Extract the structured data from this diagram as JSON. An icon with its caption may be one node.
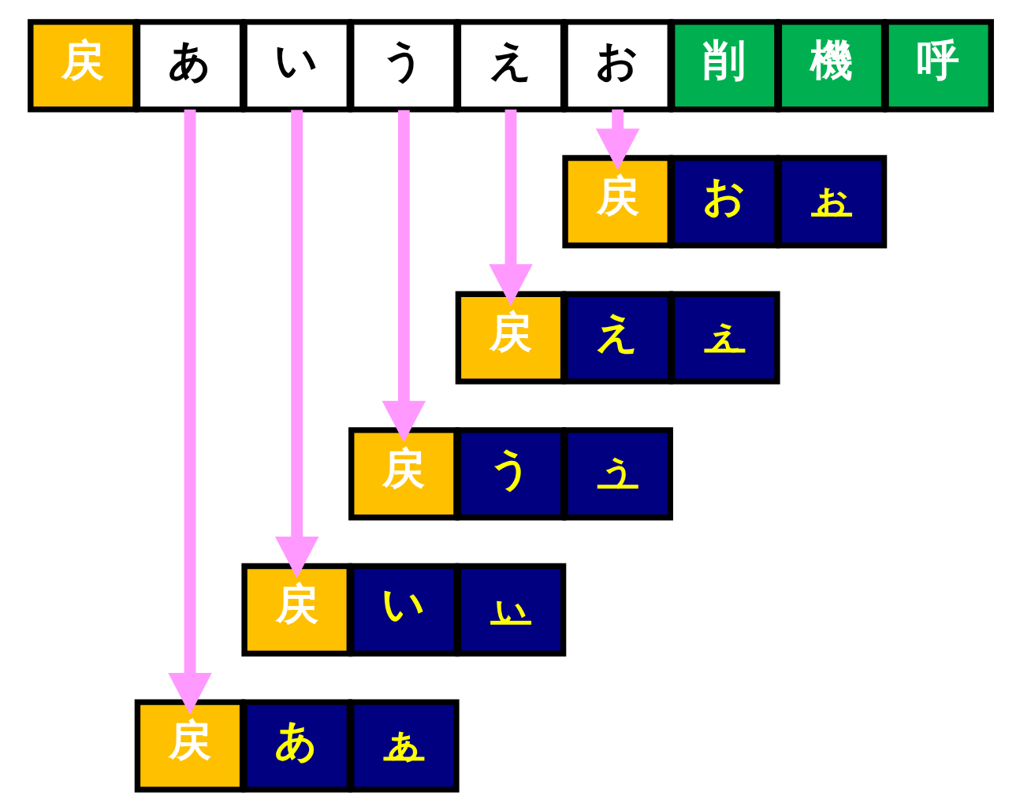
{
  "diagram": {
    "nodes": [
      {
        "text": [
          "戻"
        ]
      },
      {
        "text": [
          "あ"
        ]
      },
      {
        "text": [
          "い"
        ]
      },
      {
        "text": [
          "う"
        ]
      },
      {
        "text": [
          "え"
        ]
      },
      {
        "text": [
          "お"
        ]
      },
      {
        "text": [
          "削"
        ]
      },
      {
        "text": [
          "機"
        ]
      },
      {
        "text": [
          "呼"
        ]
      },
      {
        "text": [
          "戻"
        ]
      },
      {
        "text": [
          "お"
        ]
      },
      {
        "text": [
          "ぉ"
        ]
      },
      {
        "text": [
          "戻"
        ]
      },
      {
        "text": [
          "え"
        ]
      },
      {
        "text": [
          "ぇ"
        ]
      },
      {
        "text": [
          "戻"
        ]
      },
      {
        "text": [
          "う"
        ]
      },
      {
        "text": [
          "ぅ"
        ]
      },
      {
        "text": [
          "戻"
        ]
      },
      {
        "text": [
          "い"
        ]
      },
      {
        "text": [
          "ぃ"
        ]
      },
      {
        "text": [
          "戻"
        ]
      },
      {
        "text": [
          "あ"
        ]
      },
      {
        "text": [
          "ぁ"
        ]
      }
    ],
    "edges": [
      {
        "from": 1,
        "to": 21,
        "arrow": "to"
      },
      {
        "from": 2,
        "to": 18,
        "arrow": "to"
      },
      {
        "from": 3,
        "to": 15,
        "arrow": "to"
      },
      {
        "from": 4,
        "to": 12,
        "arrow": "to"
      },
      {
        "from": 5,
        "to": 9,
        "arrow": "to"
      }
    ]
  }
}
